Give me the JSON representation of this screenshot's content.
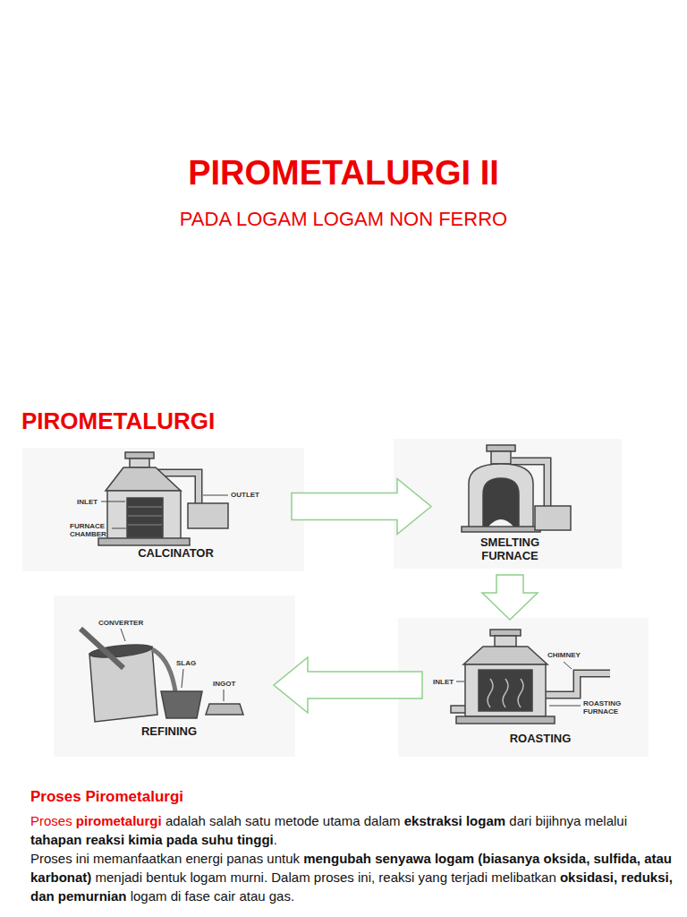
{
  "diagram": {
    "title": "PIROMETALURGI II",
    "nodes": [
      {
        "text": [
          "CALCINATOR"
        ]
      },
      {
        "text": [
          "SMELTING FURNACE"
        ]
      },
      {
        "text": [
          "ROASTING"
        ]
      },
      {
        "text": [
          "REFINING"
        ]
      }
    ],
    "edges": [
      {
        "from": 0,
        "to": 1,
        "arrow": "to"
      },
      {
        "from": 1,
        "to": 2,
        "arrow": "to"
      },
      {
        "from": 2,
        "to": 3,
        "arrow": "to"
      }
    ],
    "labels": [
      "PADA LOGAM LOGAM NON FERRO",
      "PIROMETALURGI",
      "INLET",
      "FURNACE CHAMBER",
      "OUTLET",
      "CHIMNEY",
      "INLET",
      "ROASTING FURNACE",
      "CONVERTER",
      "SLAG",
      "INGOT",
      "Proses Pirometalurgi",
      "Proses ",
      "pirometalurgi",
      " adalah salah satu metode utama dalam ",
      "ekstraksi logam",
      " dari bijihnya melalui ",
      "tahapan reaksi kimia pada suhu tinggi",
      ".",
      "Proses ini memanfaatkan energi panas untuk ",
      "mengubah senyawa logam (biasanya oksida, sulfida, atau karbonat)",
      " menjadi bentuk logam murni. Dalam proses ini, reaksi yang terjadi melibatkan ",
      "oksidasi, reduksi, dan pemurnian",
      " logam di fase cair atau gas."
    ]
  }
}
